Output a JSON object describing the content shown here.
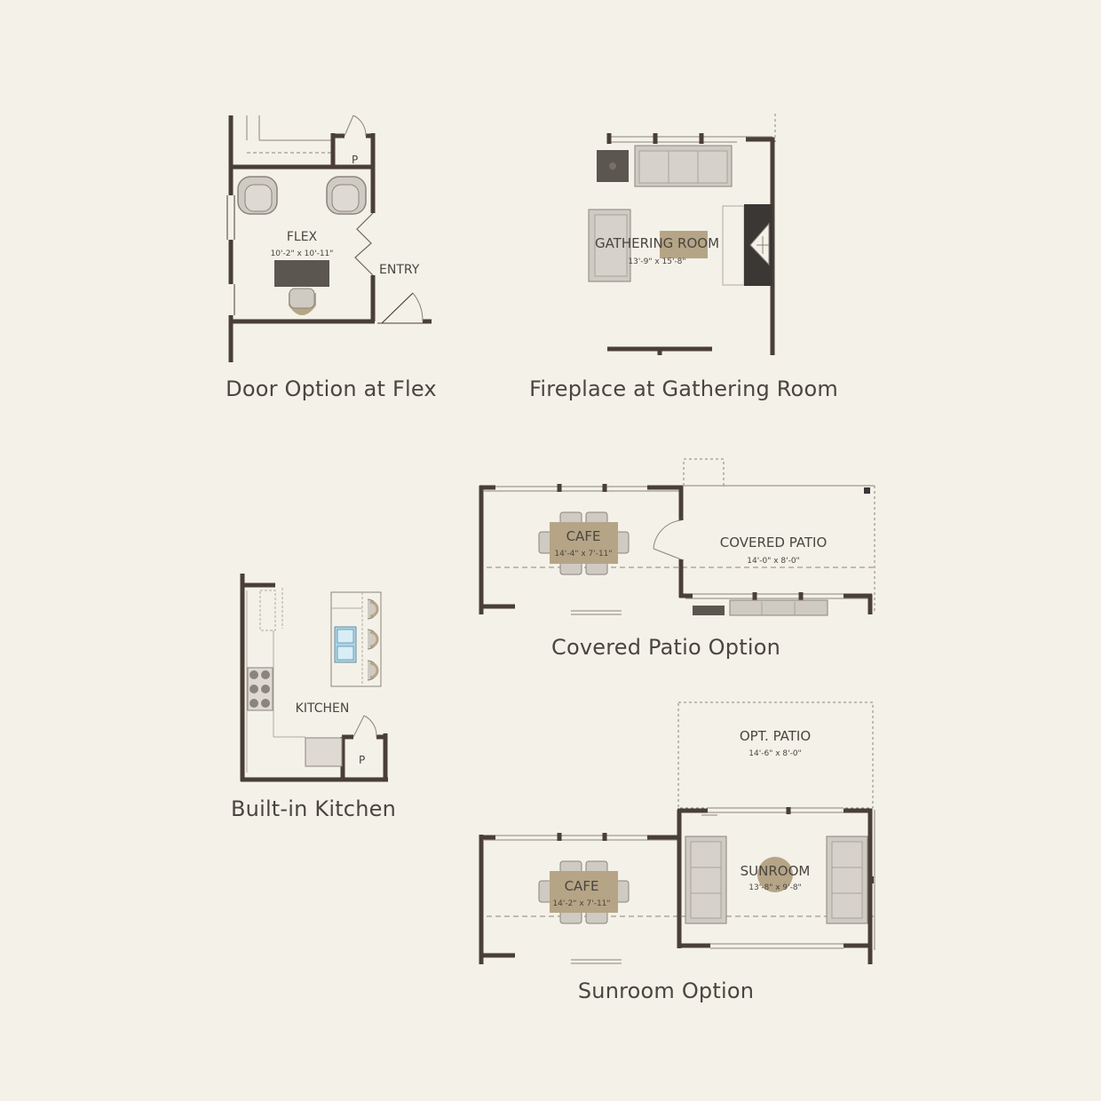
{
  "colors": {
    "background": "#f4f1e8",
    "wall": "#4a3f36",
    "furniture": "#cfcbc3",
    "wood": "#b5a586",
    "dark": "#5c5650",
    "fireplace": "#3a3735",
    "sink": "#a9d6ea"
  },
  "plans": [
    {
      "caption": "Door Option at Flex",
      "rooms": [
        {
          "name": "FLEX",
          "dim": "10'-2\" x 10'-11\""
        },
        {
          "name": "ENTRY",
          "dim": ""
        },
        {
          "name": "P",
          "dim": ""
        }
      ]
    },
    {
      "caption": "Fireplace at Gathering Room",
      "rooms": [
        {
          "name": "GATHERING ROOM",
          "dim": "13'-9\" x 15'-8\""
        }
      ]
    },
    {
      "caption": "Built-in Kitchen",
      "rooms": [
        {
          "name": "KITCHEN",
          "dim": ""
        },
        {
          "name": "P",
          "dim": ""
        }
      ]
    },
    {
      "caption": "Covered Patio Option",
      "rooms": [
        {
          "name": "CAFE",
          "dim": "14'-4\" x 7'-11\""
        },
        {
          "name": "COVERED PATIO",
          "dim": "14'-0\" x 8'-0\""
        }
      ]
    },
    {
      "caption": "Sunroom Option",
      "rooms": [
        {
          "name": "OPT. PATIO",
          "dim": "14'-6\" x 8'-0\""
        },
        {
          "name": "CAFE",
          "dim": "14'-2\" x 7'-11\""
        },
        {
          "name": "SUNROOM",
          "dim": "13'-8\" x 9'-8\""
        }
      ]
    }
  ]
}
